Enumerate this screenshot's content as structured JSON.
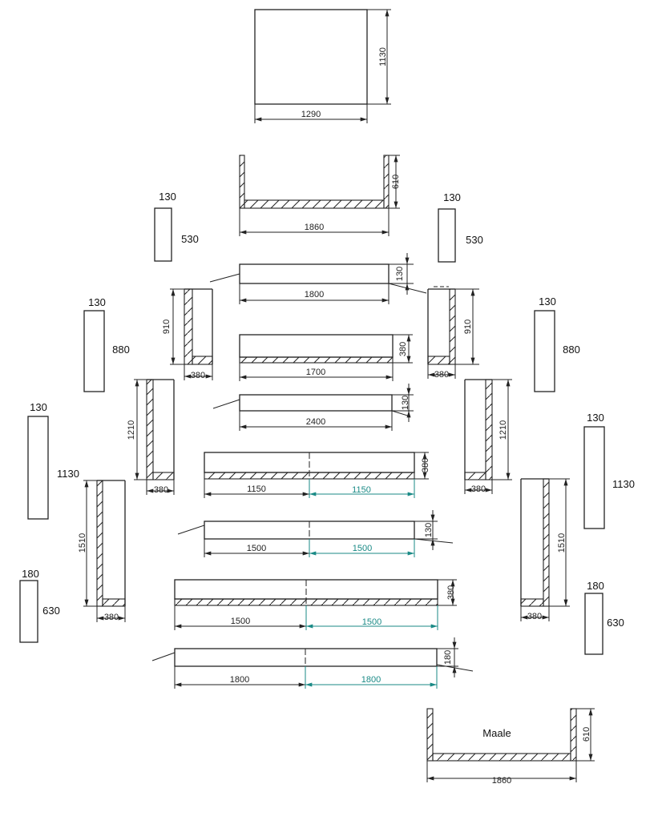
{
  "top_panel": {
    "height": "1130",
    "width": "1290"
  },
  "top_tray": {
    "height": "610",
    "width": "1860"
  },
  "side_small_left": {
    "width": "130",
    "height": "530"
  },
  "side_small_right": {
    "width": "130",
    "height": "530"
  },
  "slab_1": {
    "height": "130",
    "width": "1800"
  },
  "l_910_left": {
    "height": "910",
    "width": "380"
  },
  "l_910_right": {
    "height": "910",
    "width": "380"
  },
  "side_880_left": {
    "width": "130",
    "height": "880"
  },
  "side_880_right": {
    "width": "130",
    "height": "880"
  },
  "slab_2": {
    "height": "380",
    "width": "1700"
  },
  "slab_3": {
    "height": "130",
    "width": "2400"
  },
  "l_1210_left": {
    "height": "1210",
    "width": "380"
  },
  "l_1210_right": {
    "height": "1210",
    "width": "380"
  },
  "side_1130_left": {
    "width": "130",
    "height": "1130"
  },
  "side_1130_right": {
    "width": "130",
    "height": "1130"
  },
  "slab_4": {
    "height": "380",
    "width_left": "1150",
    "width_right": "1150"
  },
  "slab_5": {
    "height": "130",
    "width_left": "1500",
    "width_right": "1500"
  },
  "l_1510_left": {
    "height": "1510",
    "width": "380"
  },
  "l_1510_right": {
    "height": "1510",
    "width": "380"
  },
  "slab_6": {
    "height": "380",
    "width_left": "1500",
    "width_right": "1500"
  },
  "slab_7": {
    "height": "180",
    "width_left": "1800",
    "width_right": "1800"
  },
  "side_630_left": {
    "width": "180",
    "height": "630"
  },
  "side_630_right": {
    "width": "180",
    "height": "630"
  },
  "bottom_tray": {
    "label": "Maale",
    "height": "610",
    "width": "1860"
  },
  "colors": {
    "line": "#222222",
    "teal_dimension": "#1a8a86"
  }
}
